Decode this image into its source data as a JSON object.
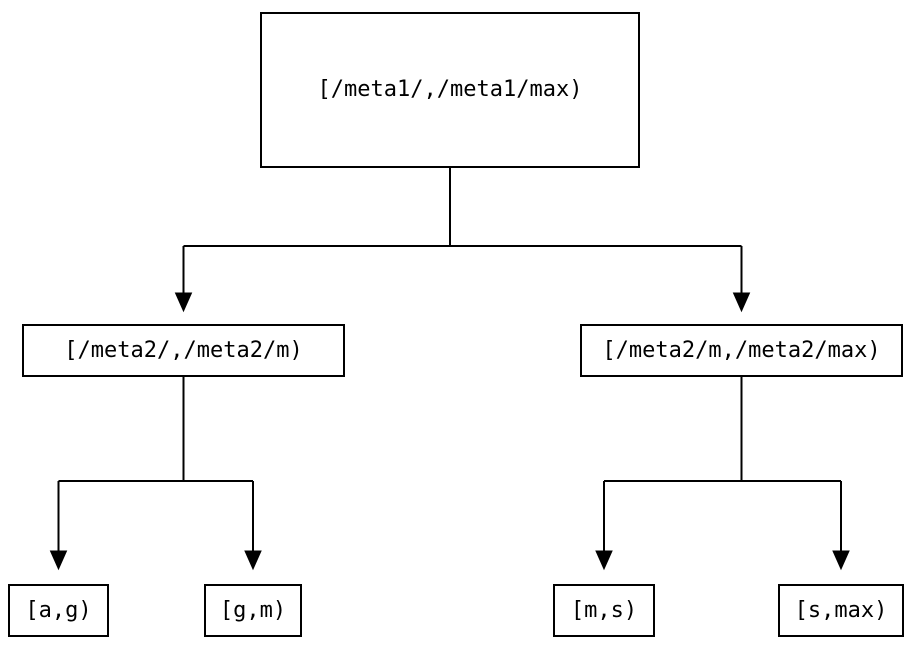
{
  "colors": {
    "ink": "#000000",
    "background": "#ffffff"
  },
  "tree": {
    "root": {
      "label": "[/meta1/,/meta1/max)"
    },
    "children": [
      {
        "label": "[/meta2/,/meta2/m)"
      },
      {
        "label": "[/meta2/m,/meta2/max)"
      }
    ],
    "leaves": [
      {
        "label": "[a,g)"
      },
      {
        "label": "[g,m)"
      },
      {
        "label": "[m,s)"
      },
      {
        "label": "[s,max)"
      }
    ]
  }
}
